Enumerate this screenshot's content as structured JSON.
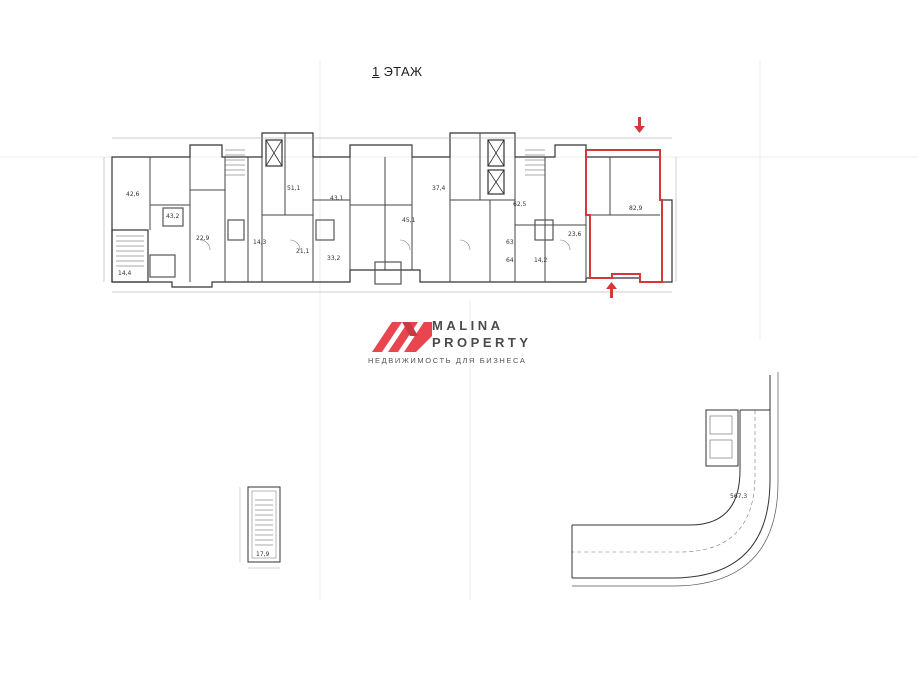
{
  "page": {
    "floor_number": "1",
    "floor_label": "ЭТАЖ"
  },
  "logo": {
    "name_line1": "MALINA",
    "name_line2": "PROPERTY",
    "tagline": "НЕДВИЖИМОСТЬ ДЛЯ БИЗНЕСА",
    "accent_color": "#e8454f"
  },
  "highlight": {
    "color": "#d23a3a"
  },
  "rooms": [
    "42,6",
    "43,2",
    "51,1",
    "43,1",
    "14,3",
    "45,1",
    "37,4",
    "62,5",
    "23,6",
    "82,9",
    "14,4",
    "14,2",
    "22,9",
    "21,1",
    "63",
    "64",
    "33,2"
  ],
  "annex": {
    "stair_label": "17,9",
    "curve_label": "567,3"
  }
}
